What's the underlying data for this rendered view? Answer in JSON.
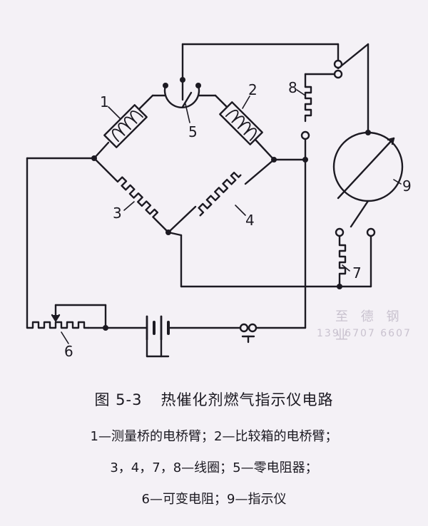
{
  "watermark": {
    "line1": "至 德 钢 业",
    "line2": "139 6707 6607"
  },
  "figure": {
    "labels": {
      "n1": "1",
      "n2": "2",
      "n3": "3",
      "n4": "4",
      "n5": "5",
      "n6": "6",
      "n7": "7",
      "n8": "8",
      "n9": "9"
    }
  },
  "caption": {
    "number": "图 5-3",
    "title": "热催化剂燃气指示仪电路",
    "line1": "1—测量桥的电桥臂；2—比较箱的电桥臂；",
    "line2": "3，4，7，8—线圈；5—零电阻器；",
    "line3": "6—可变电阻；9—指示仪"
  }
}
